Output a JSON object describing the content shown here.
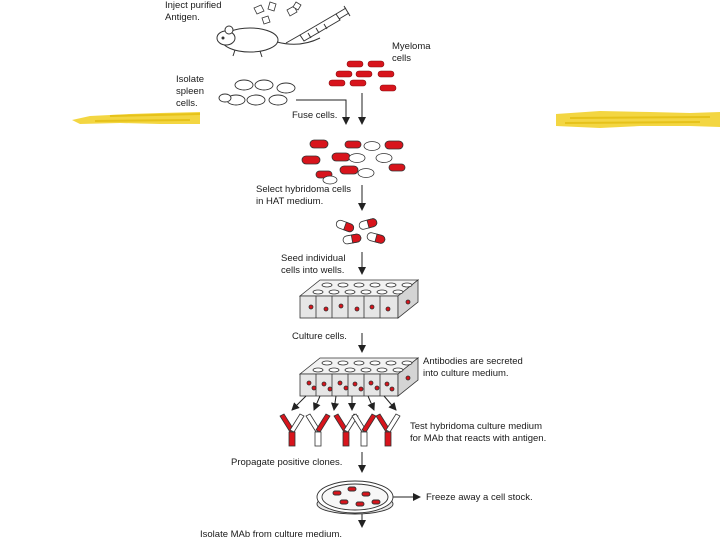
{
  "colors": {
    "cell_red": "#d8141c",
    "outline": "#333333",
    "highlighter": "#f2d22e",
    "background": "#ffffff"
  },
  "labels": {
    "inject_line1": "Inject purified",
    "inject_line2": "Antigen.",
    "myeloma_line1": "Myeloma",
    "myeloma_line2": "cells",
    "isolate_line1": "Isolate",
    "isolate_line2": "spleen",
    "isolate_line3": "cells.",
    "fuse": "Fuse cells.",
    "select_line1": "Select hybridoma cells",
    "select_line2": "in HAT medium.",
    "seed_line1": "Seed individual",
    "seed_line2": "cells into wells.",
    "culture": "Culture cells.",
    "secreted_line1": "Antibodies are secreted",
    "secreted_line2": "into culture medium.",
    "test_line1": "Test hybridoma culture medium",
    "test_line2": "for MAb that reacts with antigen.",
    "propagate": "Propagate positive clones.",
    "freeze": "Freeze away a cell stock.",
    "isolate_mab": "Isolate MAb from culture medium."
  },
  "icons": [
    "mouse-icon",
    "syringe-icon",
    "well-plate-icon",
    "antibody-icon",
    "petri-dish-icon"
  ]
}
